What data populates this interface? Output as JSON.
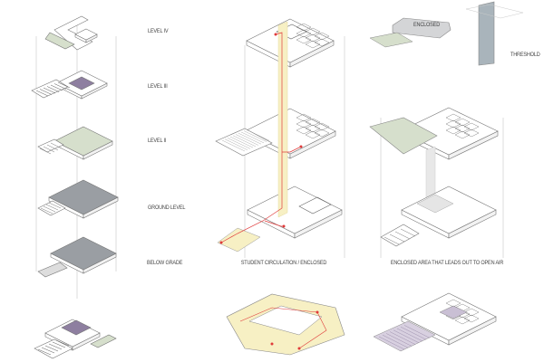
{
  "levels": {
    "level_iv": "LEVEL IV",
    "level_iii": "LEVEL III",
    "level_ii": "LEVEL II",
    "ground": "GROUND LEVEL",
    "below": "BELOW GRADE"
  },
  "captions": {
    "circulation": "STUDENT CIRCULATION / ENCLOSED",
    "open_air": "ENCLOSED AREA THAT LEADS OUT TO OPEN AIR"
  },
  "legend": {
    "enclosed": "ENCLOSED",
    "threshold": "THRESHOLD"
  },
  "colors": {
    "green": "#d6dfcc",
    "gray": "#9a9ea3",
    "purple": "#8e7fa0",
    "circulation": "#f7f0c4",
    "path": "#e03a3a",
    "threshold": "#a9b4bb"
  }
}
